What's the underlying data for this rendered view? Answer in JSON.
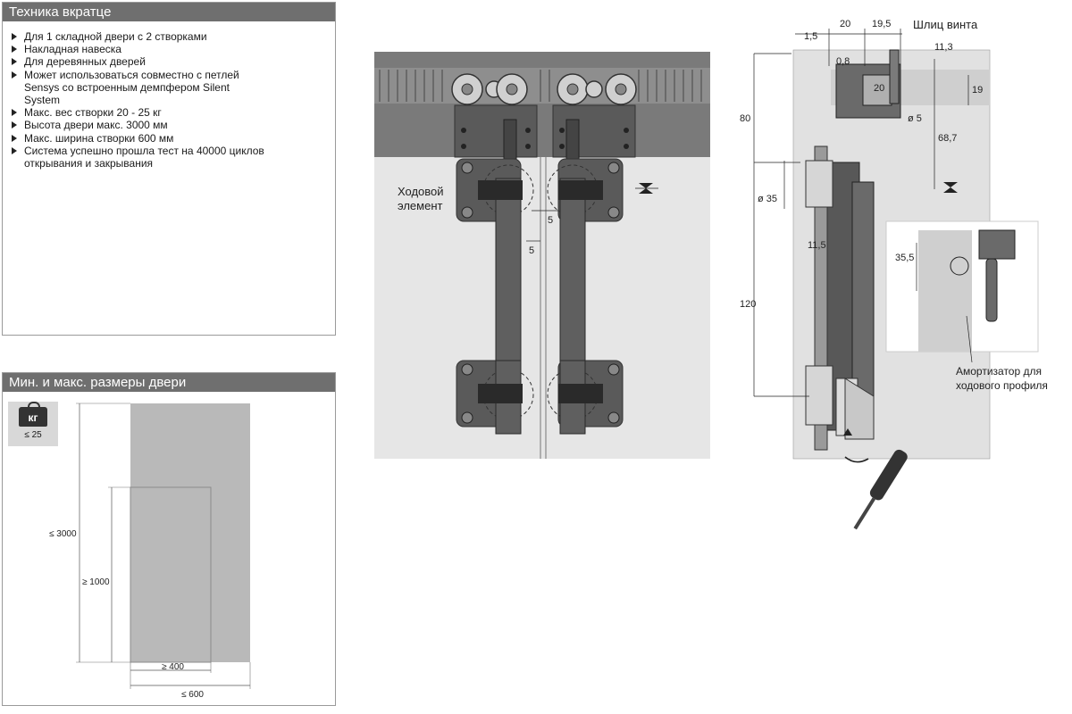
{
  "spec_panel": {
    "title": "Техника вкратце",
    "items": [
      "Для 1 складной двери с 2 створками",
      "Накладная навеска",
      "Для деревянных дверей",
      "Может использоваться совместно с петлей Sensys со встроенным демпфером Silent System",
      "Макс. вес створки 20 - 25 кг",
      "Высота двери макс. 3000 мм",
      "Макс. ширина створки 600 мм",
      "Система успешно прошла тест на 40000 циклов открывания и закрывания"
    ]
  },
  "size_panel": {
    "title": "Мин. и макс. размеры двери",
    "weight_icon": "кг",
    "weight_value": "≤ 25",
    "max_height": "≤ 3000",
    "min_height": "≥ 1000",
    "min_width": "≥ 400",
    "max_width": "≤ 600"
  },
  "front_view": {
    "label_line1": "Ходовой",
    "label_line2": "элемент",
    "gap_top": "5",
    "gap_bottom": "5"
  },
  "side_view": {
    "dim_1_5": "1,5",
    "dim_20_top": "20",
    "dim_19_5": "19,5",
    "screw_slot_label": "Шлиц винта",
    "dim_11_3": "11,3",
    "dim_0_8": "0,8",
    "dim_20_inner": "20",
    "dim_19": "19",
    "dim_d5": "ø 5",
    "dim_80": "80",
    "dim_68_7": "68,7",
    "dim_d35": "ø 35",
    "dim_11_5": "11,5",
    "dim_120": "120",
    "dim_35_5": "35,5",
    "damper_label_line1": "Амортизатор для",
    "damper_label_line2": "ходового профиля"
  },
  "colors": {
    "header_gray": "#6f6f6f",
    "rail_gray": "#7a7a7a",
    "dark_metal": "#4a4a4a",
    "door_gray": "#b9b9b9",
    "bg_gray": "#e6e6e6"
  }
}
